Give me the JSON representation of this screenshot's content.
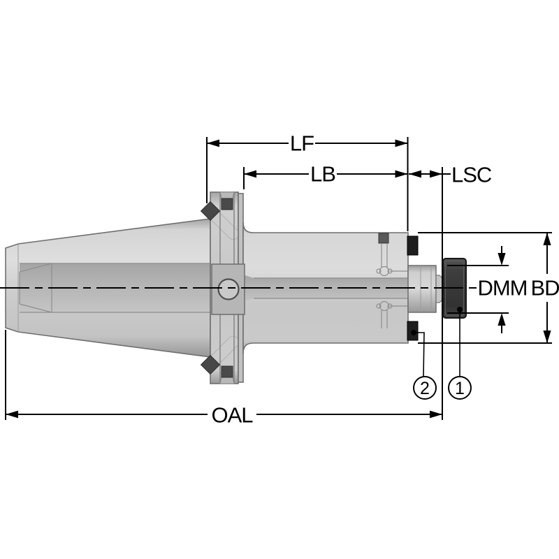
{
  "labels": {
    "lf": "LF",
    "lb": "LB",
    "lsc": "LSC",
    "dmm": "DMM",
    "bd": "BD",
    "oal": "OAL"
  },
  "callouts": {
    "c1": "1",
    "c2": "2"
  },
  "colors": {
    "background": "#ffffff",
    "dimension_line": "#000000",
    "part_outline": "#6f6f6f",
    "part_fill_light": "#d8d8d8",
    "part_fill_mid": "#c4c4c4",
    "bore_band": "#aaaaaa",
    "screw_black": "#1e1e1e",
    "cap_dark": "#3a3a3a",
    "notch_dark": "#4a4a4a"
  }
}
